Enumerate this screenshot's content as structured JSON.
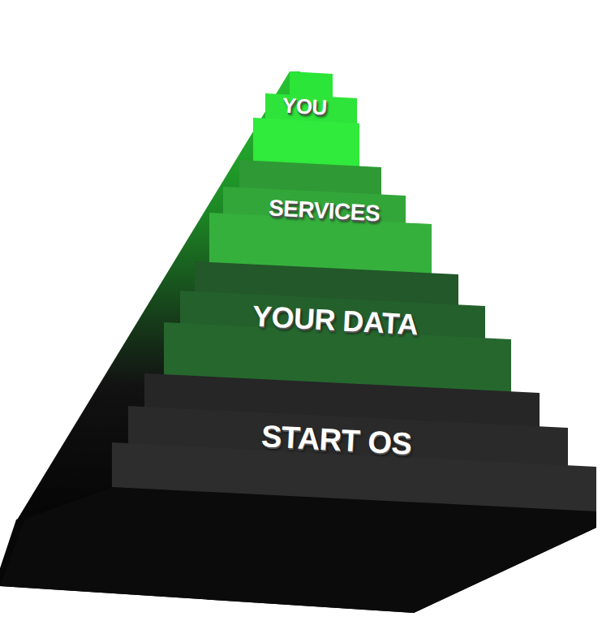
{
  "diagram": {
    "nodes": [
      {
        "text": [
          "YOU"
        ]
      },
      {
        "text": [
          "SERVICES"
        ]
      },
      {
        "text": [
          "YOUR DATA"
        ]
      },
      {
        "text": [
          "START OS"
        ]
      }
    ]
  }
}
